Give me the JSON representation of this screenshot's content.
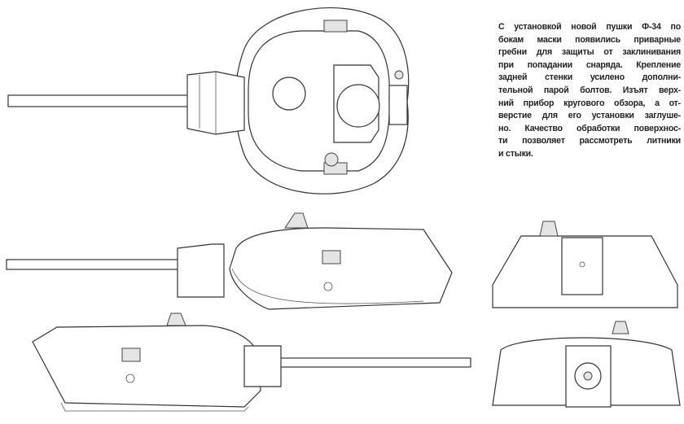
{
  "caption": {
    "lines": [
      "С установкой новой пушки Ф-34 по",
      "бокам маски появились приварные",
      "гребни для защиты от заклинивания",
      "при попадании снаряда. Крепление",
      "задней стенки усилено дополни-",
      "тельной парой болтов. Изъят верх-",
      "ний прибор кругового обзора, а от-",
      "верстие для его установки заглуше-",
      "но. Качество обработки поверхнос-",
      "ти позволяет рассмотреть литники",
      "и стыки."
    ]
  }
}
